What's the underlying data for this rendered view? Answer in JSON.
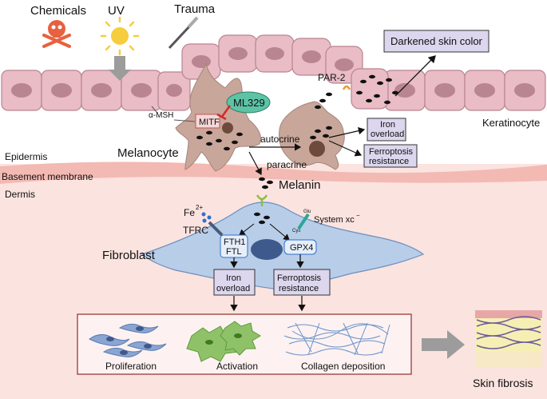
{
  "triggers": {
    "chemicals": "Chemicals",
    "uv": "UV",
    "trauma": "Trauma"
  },
  "labels": {
    "darkened_skin": "Darkened skin color",
    "par2": "PAR-2",
    "ml329": "ML329",
    "alpha_msh": "α-MSH",
    "mitf": "MITF",
    "keratinocyte": "Keratinocyte",
    "epidermis": "Epidermis",
    "melanocyte": "Melanocyte",
    "autocrine": "autocrine",
    "paracrine": "paracrine",
    "iron_overload_top_1": "Iron",
    "iron_overload_top_2": "overload",
    "ferroptosis_top_1": "Ferroptosis",
    "ferroptosis_top_2": "resistance",
    "basement_membrane": "Basement membrane",
    "dermis": "Dermis",
    "melanin": "Melanin",
    "fe": "Fe",
    "fe_charge": "2+",
    "tfrc": "TFRC",
    "system_xc": "System xc",
    "system_xc_sup": "−",
    "glu": "Glu",
    "cys": "Cys",
    "fth1": "FTH1",
    "ftl": "FTL",
    "gpx4": "GPX4",
    "fibroblast": "Fibroblast",
    "iron_overload_bottom_1": "Iron",
    "iron_overload_bottom_2": "overload",
    "ferroptosis_bottom_1": "Ferroptosis",
    "ferroptosis_bottom_2": "resistance",
    "proliferation": "Proliferation",
    "activation": "Activation",
    "collagen_deposition": "Collagen deposition",
    "skin_fibrosis": "Skin fibrosis"
  },
  "colors": {
    "keratinocyte_fill": "#e9bcc6",
    "keratinocyte_nucleus": "#b98591",
    "melanocyte_fill": "#c9a69a",
    "dermis_bg": "#fbe3df",
    "basement": "#f3b9b3",
    "fibroblast_fill": "#b8cde8",
    "label_box": "#dcd6ee",
    "ml329": "#5dc3a6",
    "mitf_box": "#f6d7d7",
    "result_border": "#9a3a3a",
    "activation_cells": "#8fc268",
    "proliferation_cells": "#8aa5d2",
    "collagen": "#6b92c9",
    "arrow_grey": "#9c9c9c"
  }
}
